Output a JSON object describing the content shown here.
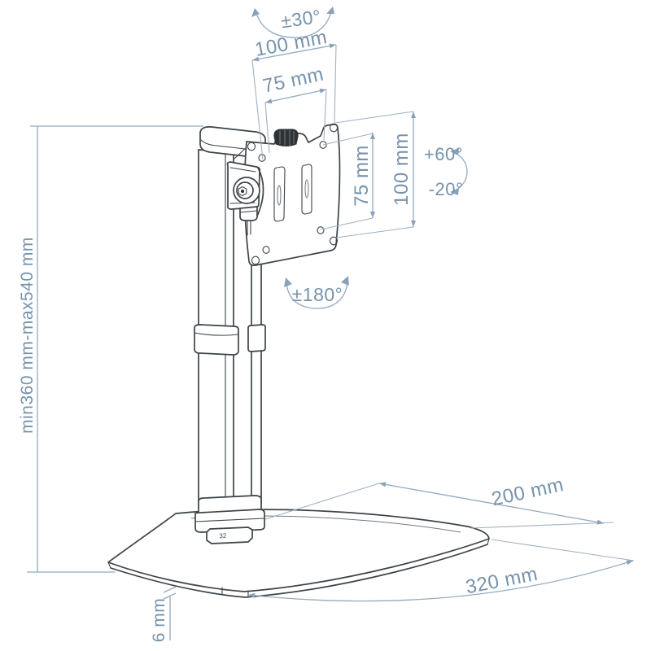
{
  "diagram": {
    "title": "monitor-stand-dimension-diagram",
    "colors": {
      "dimension_text": "#7693ab",
      "dimension_line": "#93aabf",
      "artwork_line": "#3d4347",
      "knob_fill": "#2e3236",
      "background": "#ffffff"
    },
    "labels": {
      "tilt_top": "±30°",
      "vesa_width_outer": "100 mm",
      "vesa_width_inner": "75 mm",
      "vesa_height_inner": "75 mm",
      "vesa_height_outer": "100 mm",
      "tilt_up": "+60°",
      "tilt_down": "-20°",
      "swivel": "±180°",
      "height_range": "min360 mm-max540 mm",
      "base_depth": "200 mm",
      "base_width": "320 mm",
      "base_thickness": "6 mm",
      "pole_mark": "32"
    }
  }
}
